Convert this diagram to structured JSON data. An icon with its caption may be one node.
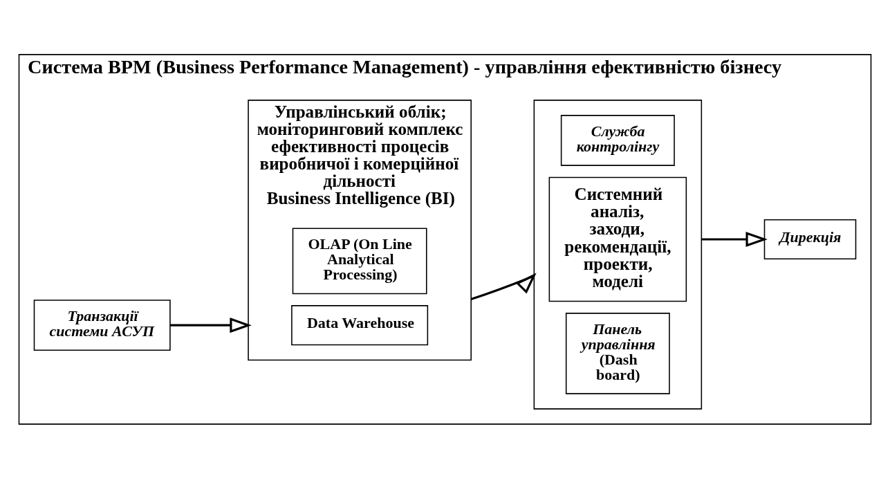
{
  "diagram": {
    "nodes": [
      {
        "text": [
          "Система BPM (Business Performance Management) - управління ефективністю бізнесу"
        ]
      },
      {
        "text": [
          "Транзакції системи АСУП"
        ],
        "in": 0
      },
      {
        "text": [
          "Управлінський облік; моніторинговий комплекс ефективності процесів виробничої і комерційної дільності",
          "Business Intelligence (BI)"
        ],
        "in": 0
      },
      {
        "text": [
          "OLAP (On Line Analytical Processing)"
        ],
        "in": 2
      },
      {
        "text": [
          "Data Warehouse"
        ],
        "in": 2
      },
      {
        "text": [],
        "shape": "box",
        "in": 0
      },
      {
        "text": [
          "Служба контролінгу"
        ],
        "in": 5
      },
      {
        "text": [
          "Системний аналіз, заходи, рекомендації, проекти, моделі"
        ],
        "in": 5
      },
      {
        "text": [
          "Панель управління",
          "(Dash board)"
        ],
        "in": 5
      },
      {
        "text": [
          "Дирекція"
        ],
        "in": 0
      }
    ],
    "edges": [
      {
        "from": 1,
        "to": 2,
        "arrow": "to"
      },
      {
        "from": 2,
        "to": 5,
        "arrow": "to"
      },
      {
        "from": 5,
        "to": 9,
        "arrow": "to"
      }
    ]
  }
}
